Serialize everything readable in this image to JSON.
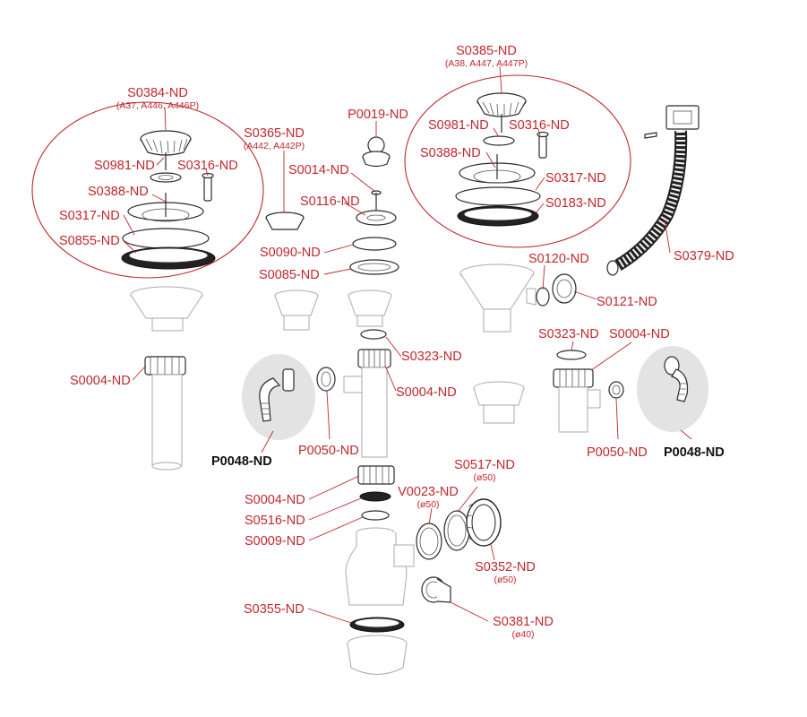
{
  "colors": {
    "label": "#c0272d",
    "accent_label": "#111111",
    "highlight_bg": "#e3e3e3",
    "line": "#2b2b2b"
  },
  "labels": {
    "s0384": {
      "code": "S0384-ND",
      "sub": "(A37, A446, A446P)"
    },
    "s0385": {
      "code": "S0385-ND",
      "sub": "(A38, A447, A447P)"
    },
    "s0365": {
      "code": "S0365-ND",
      "sub": "(A442, A442P)"
    },
    "p0019": "P0019-ND",
    "left_group": {
      "s0981": "S0981-ND",
      "s0316": "S0316-ND",
      "s0388": "S0388-ND",
      "s0317": "S0317-ND",
      "s0855": "S0855-ND"
    },
    "right_group": {
      "s0981": "S0981-ND",
      "s0316": "S0316-ND",
      "s0388": "S0388-ND",
      "s0317": "S0317-ND",
      "s0183": "S0183-ND"
    },
    "s0014": "S0014-ND",
    "s0116": "S0116-ND",
    "s0090": "S0090-ND",
    "s0085": "S0085-ND",
    "s0379": "S0379-ND",
    "s0120": "S0120-ND",
    "s0121": "S0121-ND",
    "s0004_left": "S0004-ND",
    "s0323_center": "S0323-ND",
    "s0004_center": "S0004-ND",
    "p0050_center": "P0050-ND",
    "p0048_left": "P0048-ND",
    "s0323_right": "S0323-ND",
    "s0004_right": "S0004-ND",
    "p0050_right": "P0050-ND",
    "p0048_right": "P0048-ND",
    "s0004_lower": "S0004-ND",
    "s0516": "S0516-ND",
    "s0009": "S0009-ND",
    "v0023": {
      "code": "V0023-ND",
      "sub": "(ø50)"
    },
    "s0517": {
      "code": "S0517-ND",
      "sub": "(ø50)"
    },
    "s0352": {
      "code": "S0352-ND",
      "sub": "(ø50)"
    },
    "s0355": "S0355-ND",
    "s0381": {
      "code": "S0381-ND",
      "sub": "(ø40)"
    }
  }
}
